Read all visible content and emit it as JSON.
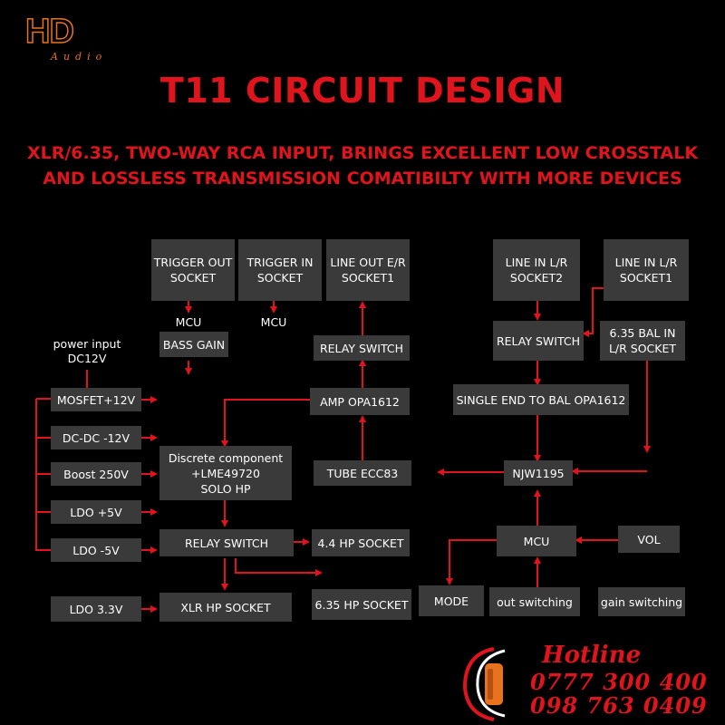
{
  "brand": {
    "logo_text": "HD",
    "logo_sub": "Audio"
  },
  "title": "T11 CIRCUIT DESIGN",
  "subtitle_line1": "XLR/6.35, TWO-WAY RCA INPUT, BRINGS EXCELLENT LOW CROSSTALK",
  "subtitle_line2": "AND LOSSLESS TRANSMISSION COMATIBILTY WITH MORE DEVICES",
  "blocks": {
    "trigger_out": "TRIGGER OUT\nSOCKET",
    "trigger_in": "TRIGGER IN\nSOCKET",
    "line_out": "LINE OUT E/R\nSOCKET1",
    "line_in2": "LINE IN L/R\nSOCKET2",
    "line_in1": "LINE IN L/R\nSOCKET1",
    "bass_gain": "BASS GAIN",
    "relay_switch_top": "RELAY SWITCH",
    "relay_switch_in": "RELAY SWITCH",
    "bal_in": "6.35 BAL IN\nL/R SOCKET",
    "mosfet": "MOSFET+12V",
    "amp_opa": "AMP OPA1612",
    "single_end": "SINGLE END TO BAL OPA1612",
    "dcdc": "DC-DC  -12V",
    "boost": "Boost  250V",
    "discrete": "Discrete component\n+LME49720\nSOLO HP",
    "tube": "TUBE ECC83",
    "njw": "NJW1195",
    "ldo5p": "LDO +5V",
    "ldo5n": "LDO -5V",
    "relay_switch_hp": "RELAY SWITCH",
    "hp44": "4.4 HP SOCKET",
    "mcu_ctrl": "MCU",
    "vol": "VOL",
    "ldo33": "LDO 3.3V",
    "xlr": "XLR HP SOCKET",
    "hp635": "6.35 HP SOCKET",
    "mode": "MODE",
    "out_switching": "out switching",
    "gain_switching": "gain switching"
  },
  "labels": {
    "mcu_a": "MCU",
    "mcu_b": "MCU",
    "power_input": "power input\nDC12V"
  },
  "hotline": {
    "label": "Hotline",
    "phone1": "0777 300 400",
    "phone2": "098 763 0409"
  },
  "colors": {
    "accent": "#e0141c",
    "block": "#3a3a3a",
    "logo": "#e8731f",
    "background": "#000000"
  }
}
